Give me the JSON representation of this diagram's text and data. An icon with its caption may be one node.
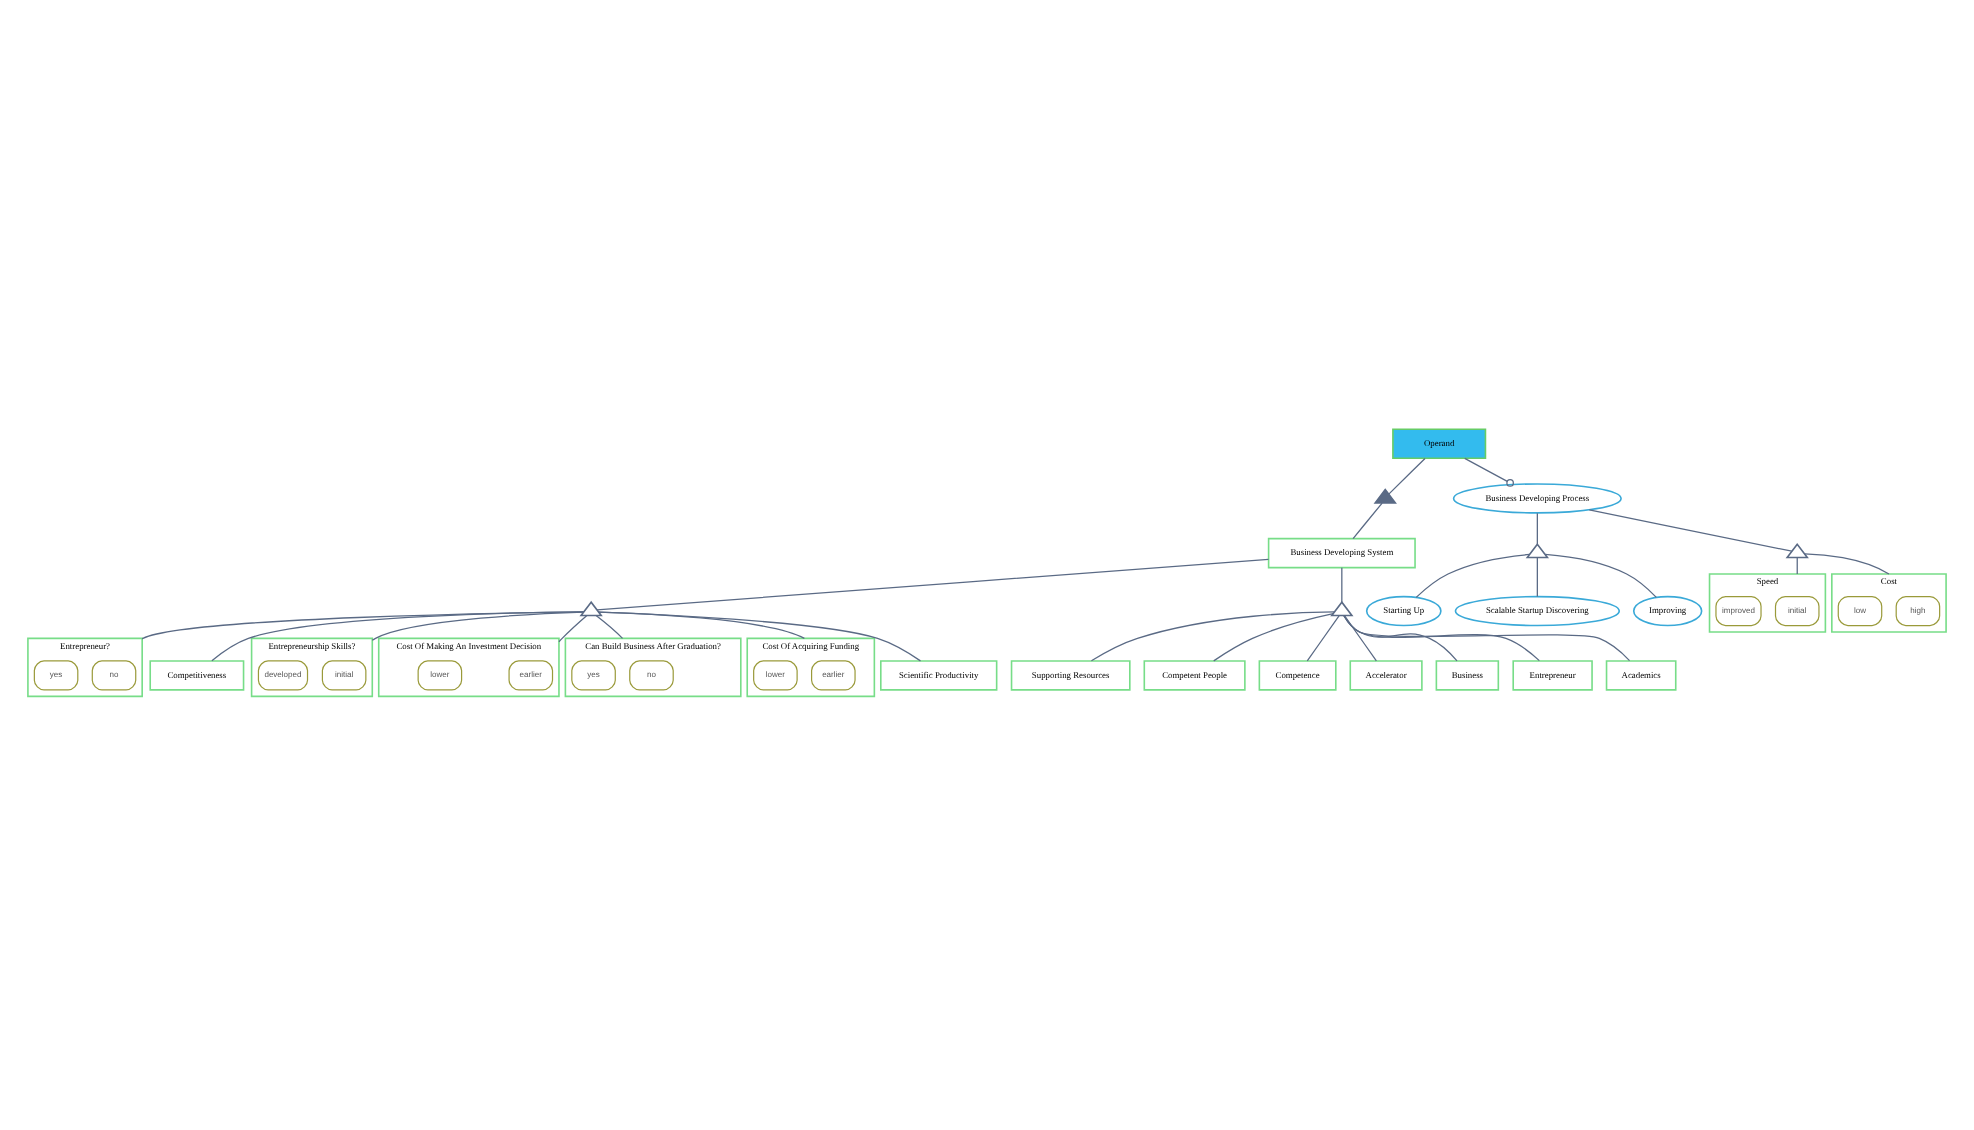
{
  "diagram": {
    "nodes": [
      {
        "text": [
          "Operand"
        ]
      },
      {
        "text": [],
        "shape": "triangle"
      },
      {
        "text": [
          "Business Developing System"
        ]
      },
      {
        "text": [
          "Business Developing Process"
        ]
      },
      {
        "text": [],
        "shape": "triangle"
      },
      {
        "text": [
          "Entrepreneur?"
        ]
      },
      {
        "text": [
          "no"
        ],
        "in": 5
      },
      {
        "text": [
          "yes"
        ],
        "in": 5
      },
      {
        "text": [
          "Competitiveness"
        ]
      },
      {
        "text": [
          "Entrepreneurship Skills?"
        ]
      },
      {
        "text": [
          "initial"
        ],
        "in": 9
      },
      {
        "text": [
          "developed"
        ],
        "in": 9
      },
      {
        "text": [
          "Cost Of Making An Investment Decision"
        ]
      },
      {
        "text": [
          "earlier"
        ],
        "in": 12
      },
      {
        "text": [
          "lower"
        ],
        "in": 12
      },
      {
        "text": [
          "Can Build Business After Graduation?"
        ]
      },
      {
        "text": [
          "no"
        ],
        "in": 15
      },
      {
        "text": [
          "yes"
        ],
        "in": 15
      },
      {
        "text": [
          "Cost Of Acquiring Funding"
        ]
      },
      {
        "text": [
          "earlier"
        ],
        "in": 18
      },
      {
        "text": [
          "lower"
        ],
        "in": 18
      },
      {
        "text": [
          "Scientific Productivity"
        ]
      },
      {
        "text": [],
        "shape": "triangle"
      },
      {
        "text": [
          "Supporting Resources"
        ]
      },
      {
        "text": [
          "Competent People"
        ]
      },
      {
        "text": [
          "Competence"
        ]
      },
      {
        "text": [
          "Accelerator"
        ]
      },
      {
        "text": [
          "Business"
        ]
      },
      {
        "text": [
          "Entrepreneur"
        ]
      },
      {
        "text": [
          "Academics"
        ]
      },
      {
        "text": [],
        "shape": "triangle"
      },
      {
        "text": [
          "Starting Up"
        ]
      },
      {
        "text": [
          "Scalable Startup Discovering"
        ]
      },
      {
        "text": [
          "Improving"
        ]
      },
      {
        "text": [],
        "shape": "triangle"
      },
      {
        "text": [
          "Speed"
        ]
      },
      {
        "text": [
          "initial"
        ],
        "in": 35
      },
      {
        "text": [
          "improved"
        ],
        "in": 35
      },
      {
        "text": [
          "Cost"
        ]
      },
      {
        "text": [
          "high"
        ],
        "in": 38
      },
      {
        "text": [
          "low"
        ],
        "in": 38
      }
    ],
    "edges": [
      {
        "from": 0,
        "to": 1,
        "arrow": "none"
      },
      {
        "from": 1,
        "to": 2,
        "arrow": "none"
      },
      {
        "from": 0,
        "to": 3,
        "arrow": "other"
      },
      {
        "from": 2,
        "to": 4,
        "arrow": "none"
      },
      {
        "from": 4,
        "to": 5,
        "arrow": "none"
      },
      {
        "from": 4,
        "to": 8,
        "arrow": "none"
      },
      {
        "from": 4,
        "to": 9,
        "arrow": "none"
      },
      {
        "from": 4,
        "to": 12,
        "arrow": "none"
      },
      {
        "from": 4,
        "to": 15,
        "arrow": "none"
      },
      {
        "from": 4,
        "to": 18,
        "arrow": "none"
      },
      {
        "from": 4,
        "to": 21,
        "arrow": "none"
      },
      {
        "from": 2,
        "to": 22,
        "arrow": "none"
      },
      {
        "from": 22,
        "to": 23,
        "arrow": "none"
      },
      {
        "from": 22,
        "to": 24,
        "arrow": "none"
      },
      {
        "from": 22,
        "to": 25,
        "arrow": "none"
      },
      {
        "from": 22,
        "to": 26,
        "arrow": "none"
      },
      {
        "from": 22,
        "to": 27,
        "arrow": "none"
      },
      {
        "from": 22,
        "to": 28,
        "arrow": "none"
      },
      {
        "from": 22,
        "to": 29,
        "arrow": "none"
      },
      {
        "from": 3,
        "to": 30,
        "arrow": "none"
      },
      {
        "from": 30,
        "to": 31,
        "arrow": "none"
      },
      {
        "from": 30,
        "to": 32,
        "arrow": "none"
      },
      {
        "from": 30,
        "to": 33,
        "arrow": "none"
      },
      {
        "from": 3,
        "to": 34,
        "arrow": "none"
      },
      {
        "from": 34,
        "to": 35,
        "arrow": "none"
      },
      {
        "from": 34,
        "to": 38,
        "arrow": "none"
      }
    ]
  }
}
